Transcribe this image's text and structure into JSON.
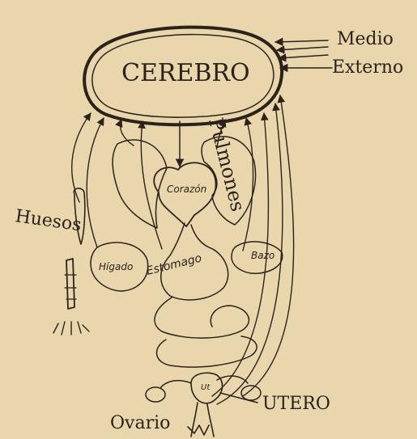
{
  "labels": {
    "cerebro": "CEREBRO",
    "medio": "Medio",
    "externo": "Externo",
    "pulmones": "Pulmones",
    "corazon": "Corazón",
    "huesos": "Huesos",
    "higado": "Hígado",
    "estomago": "Estomago",
    "bazo": "Bazo",
    "utero": "UTERO",
    "ovario": "Ovario",
    "utero_small": "Ut"
  },
  "colors": {
    "paper": "#e9d6ac",
    "ink": "#2b221a"
  }
}
